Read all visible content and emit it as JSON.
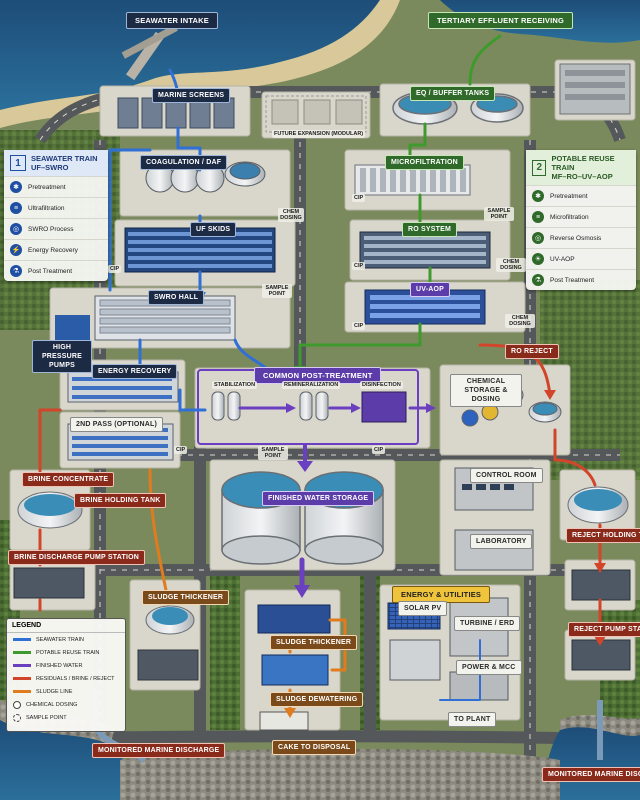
{
  "labels": {
    "seawater_intake": "SEAWATER INTAKE",
    "tertiary_effluent": "TERTIARY EFFLUENT RECEIVING",
    "marine_screens": "MARINE SCREENS",
    "eq_buffer": "EQ / BUFFER TANKS",
    "future_expansion": "FUTURE EXPANSION (MODULAR)",
    "coag_daf": "COAGULATION / DAF",
    "chem_dosing_1": "CHEM DOSING",
    "microfiltration": "MICROFILTRATION",
    "cip_mf": "CIP",
    "sample_point_mf": "SAMPLE POINT",
    "uf_skids": "UF SKIDS",
    "cip_uf": "CIP",
    "sample_point_uf": "SAMPLE POINT",
    "ro_system": "RO SYSTEM",
    "cip_ro": "CIP",
    "chem_dosing_ro": "CHEM DOSING",
    "swro_hall": "SWRO HALL",
    "uv_aop": "UV-AOP",
    "cip_uv": "CIP",
    "chem_dosing_uv": "CHEM DOSING",
    "hp_pumps": "HIGH PRESSURE PUMPS",
    "energy_recovery": "ENERGY RECOVERY",
    "common_post": "COMMON POST-TREATMENT",
    "ro_reject": "RO REJECT",
    "chem_storage": "CHEMICAL STORAGE & DOSING",
    "stabilization": "STABILIZATION",
    "remineralization": "REMINERALIZATION",
    "disinfection": "DISINFECTION",
    "second_pass": "2ND PASS (OPTIONAL)",
    "sample_point_post": "SAMPLE POINT",
    "cip_post": "CIP",
    "cip_2nd": "CIP",
    "brine_concentrate": "BRINE CONCENTRATE",
    "brine_holding": "BRINE HOLDING TANK",
    "finished_water": "FINISHED WATER STORAGE",
    "control_room": "CONTROL ROOM",
    "reject_holding": "REJECT HOLDING TANK",
    "laboratory": "LABORATORY",
    "brine_discharge": "BRINE DISCHARGE PUMP STATION",
    "sludge_thickener_1": "SLUDGE THICKENER",
    "energy_utilities": "ENERGY & UTILITIES",
    "solar_pv": "SOLAR PV",
    "turbine_erd": "TURBINE / ERD",
    "power_mcc": "POWER & MCC",
    "to_plant": "TO PLANT",
    "reject_pump": "REJECT PUMP STATION",
    "sludge_thickener_2": "SLUDGE THICKENER",
    "sludge_dewatering": "SLUDGE DEWATERING",
    "cake_disposal": "CAKE TO DISPOSAL",
    "marine_discharge_left": "MONITORED MARINE DISCHARGE",
    "marine_discharge_right": "MONITORED MARINE DISCHARGE"
  },
  "train1": {
    "number": "1",
    "title_line1": "SEAWATER TRAIN",
    "title_line2": "UF–SWRO",
    "color": "#1e4fa3",
    "items": [
      "Pretreatment",
      "Ultrafiltration",
      "SWRO Process",
      "Energy Recovery",
      "Post Treatment"
    ]
  },
  "train2": {
    "number": "2",
    "title_line1": "POTABLE REUSE TRAIN",
    "title_line2": "MF–RO–UV–AOP",
    "color": "#2f6a2a",
    "items": [
      "Pretreatment",
      "Microfiltration",
      "Reverse Osmosis",
      "UV-AOP",
      "Post Treatment"
    ]
  },
  "legend": {
    "title": "LEGEND",
    "items": [
      {
        "label": "SEAWATER TRAIN",
        "color": "#2f6fd6"
      },
      {
        "label": "POTABLE REUSE TRAIN",
        "color": "#3f9a2e"
      },
      {
        "label": "FINISHED WATER",
        "color": "#6a3fc0"
      },
      {
        "label": "RESIDUALS / BRINE / REJECT",
        "color": "#d2452b"
      },
      {
        "label": "SLUDGE LINE",
        "color": "#e07b1e"
      },
      {
        "label": "CHEMICAL DOSING",
        "color": "#ffffff"
      },
      {
        "label": "SAMPLE POINT",
        "color": "#ffffff"
      }
    ]
  }
}
